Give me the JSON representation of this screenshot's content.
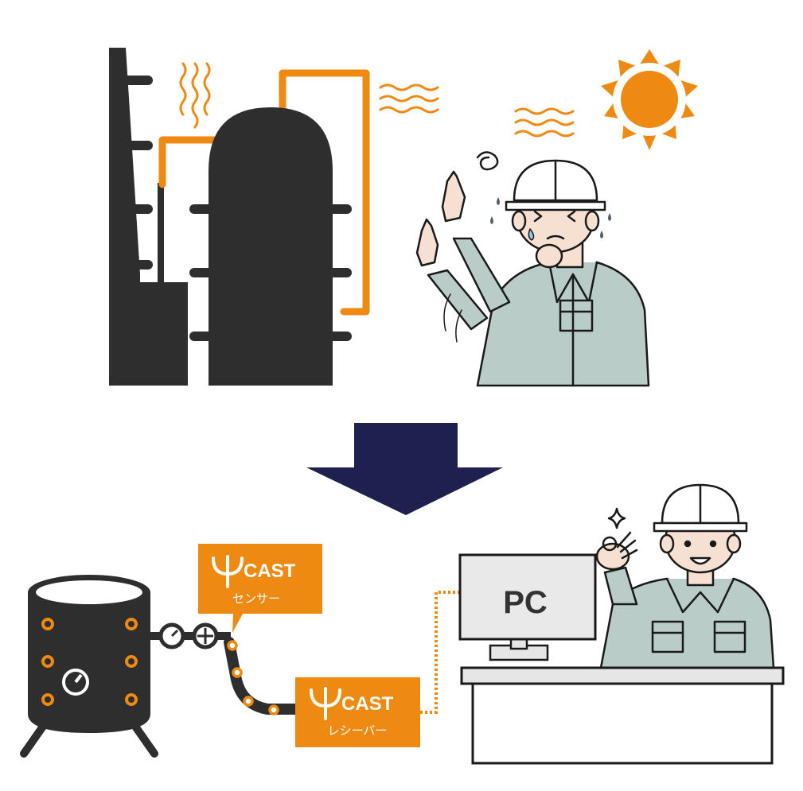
{
  "colors": {
    "orange": "#EE8A12",
    "dark": "#2E2E2E",
    "navy": "#1E2150",
    "uniform": "#B9CCC8",
    "skin": "#F6E0D2",
    "line": "#1A1A1A"
  },
  "icons": [
    "tower-icon",
    "tank-icon",
    "heat-wave-icon",
    "sun-icon",
    "worker-icon",
    "down-arrow-icon",
    "gauge-icon",
    "valve-icon",
    "monitor-icon",
    "sparkle-icon",
    "desk-icon"
  ],
  "sensor_box": {
    "brand": "CAST",
    "sub": "センサー"
  },
  "receiver_box": {
    "brand": "CAST",
    "sub": "レシーバー"
  },
  "monitor": {
    "label": "PC"
  }
}
